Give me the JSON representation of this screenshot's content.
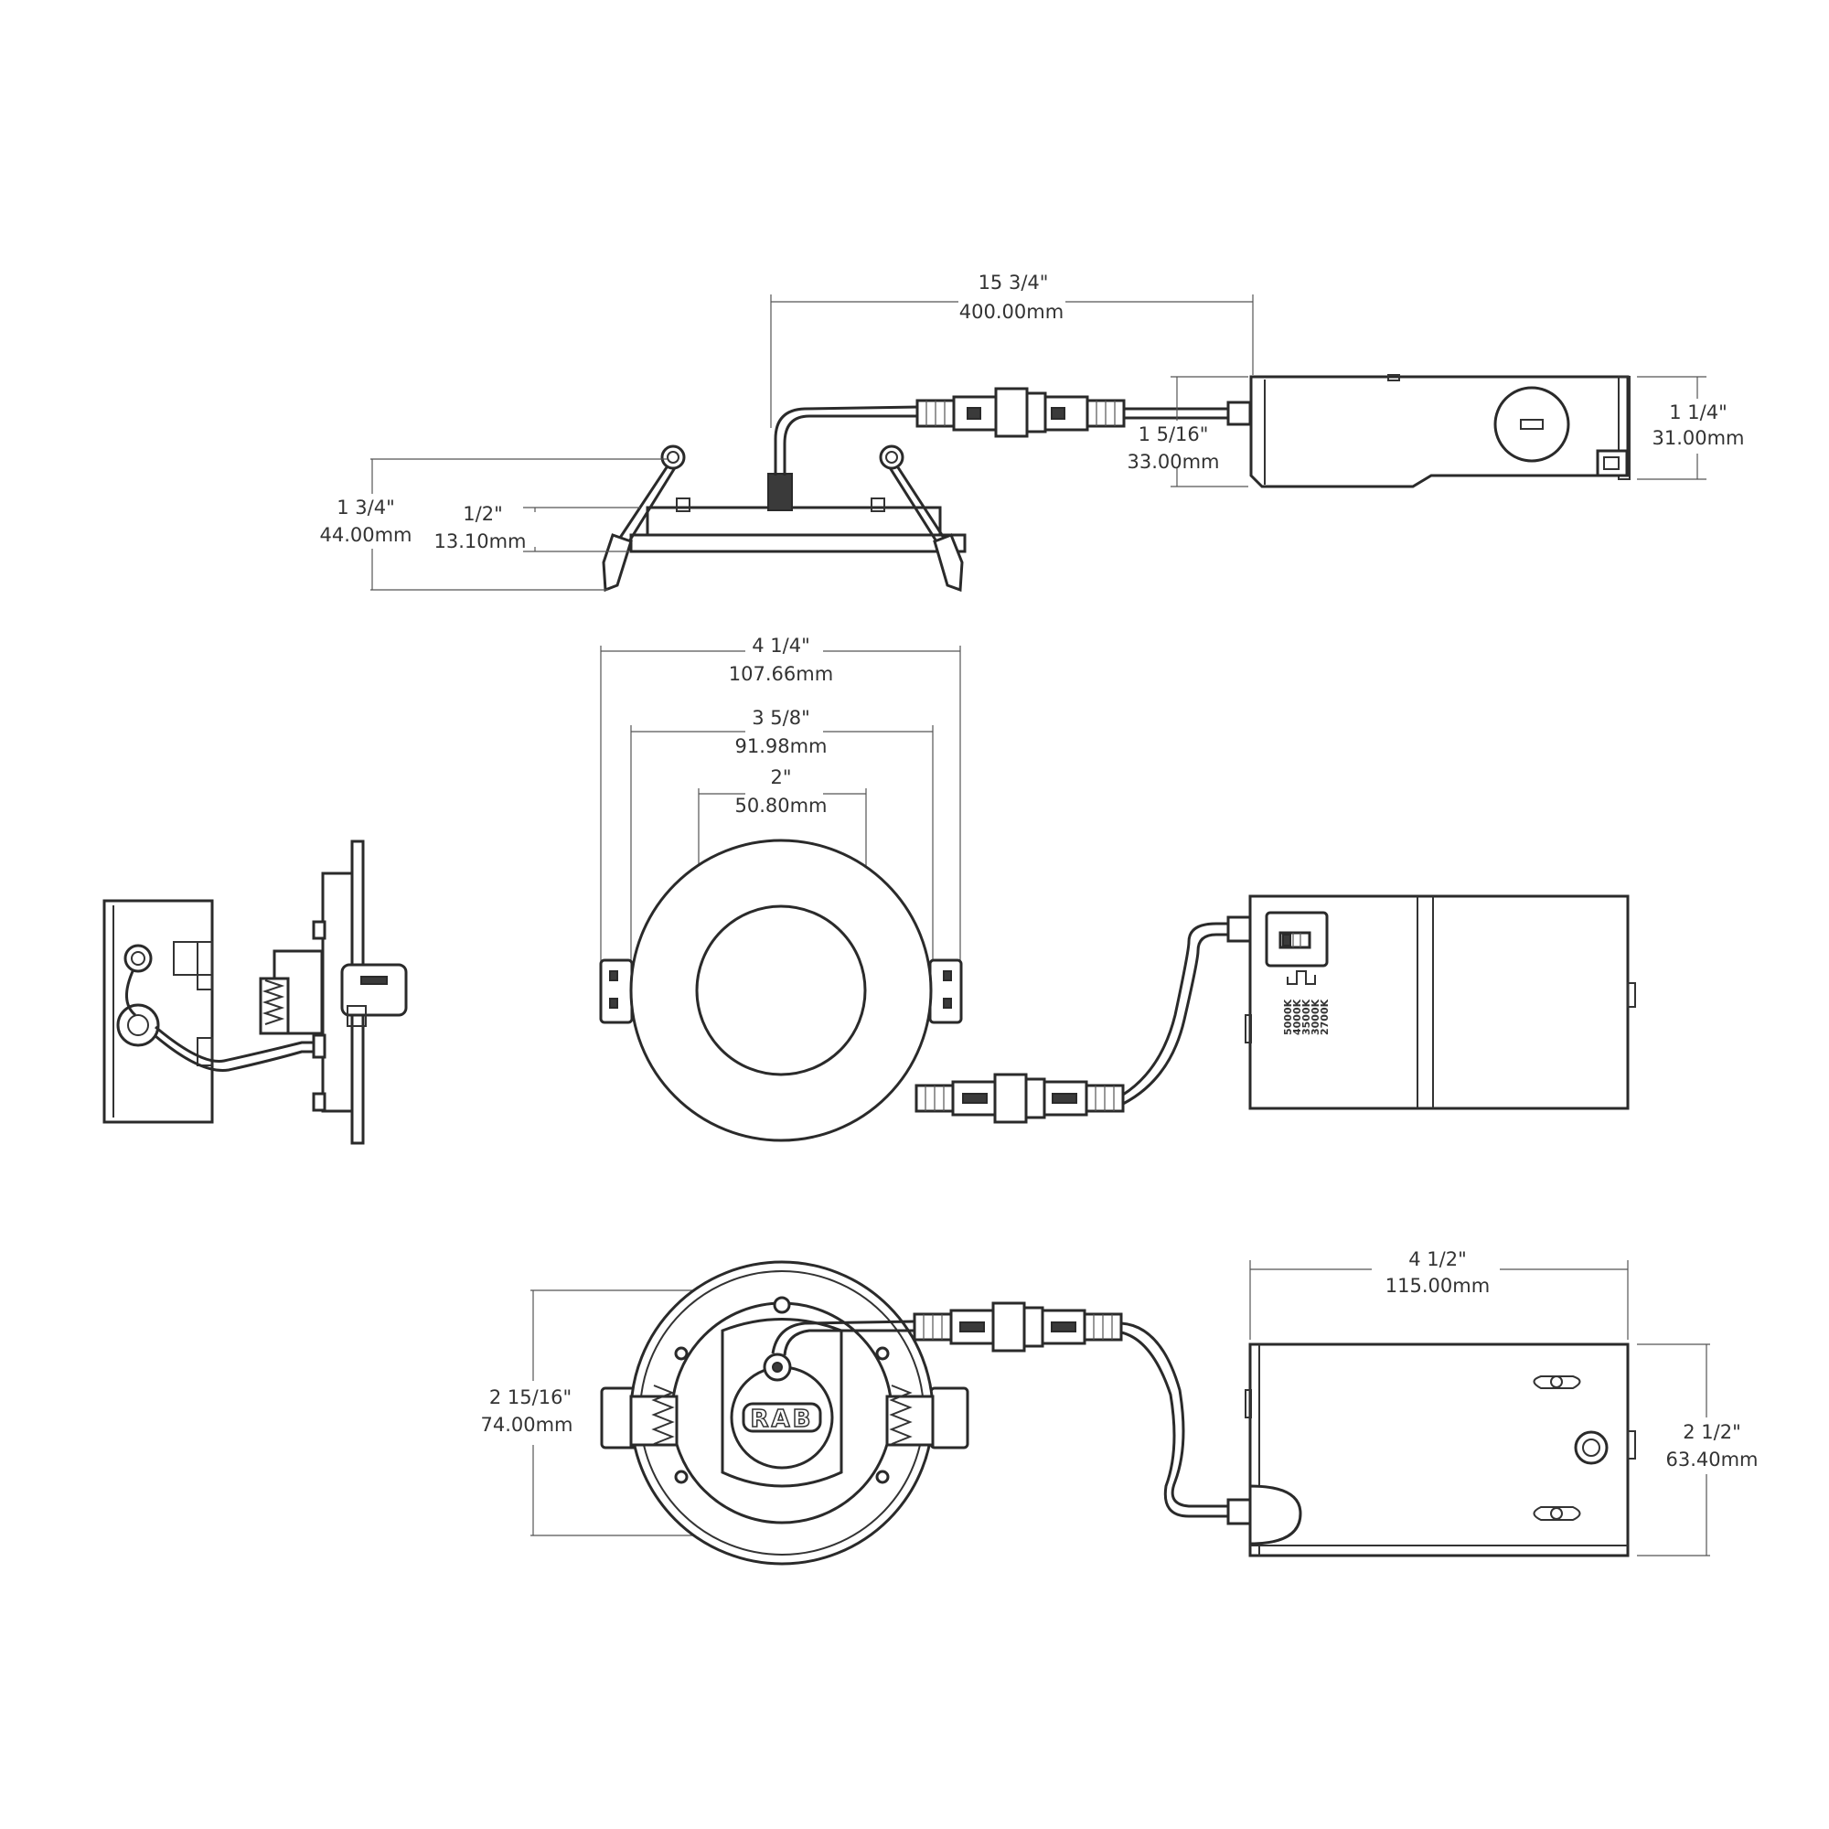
{
  "dimensions": {
    "overall_length": {
      "inch": "15 3/4\"",
      "mm": "400.00mm"
    },
    "fixture_height": {
      "inch": "1 3/4\"",
      "mm": "44.00mm"
    },
    "trim_height": {
      "inch": "1/2\"",
      "mm": "13.10mm"
    },
    "cord_height": {
      "inch": "1 5/16\"",
      "mm": "33.00mm"
    },
    "box_height": {
      "inch": "1 1/4\"",
      "mm": "31.00mm"
    },
    "trim_diameter": {
      "inch": "4 1/4\"",
      "mm": "107.66mm"
    },
    "cutout_diameter": {
      "inch": "3 5/8\"",
      "mm": "91.98mm"
    },
    "aperture_diameter": {
      "inch": "2\"",
      "mm": "50.80mm"
    },
    "box_length": {
      "inch": "4 1/2\"",
      "mm": "115.00mm"
    },
    "back_depth": {
      "inch": "2 15/16\"",
      "mm": "74.00mm"
    },
    "box_width": {
      "inch": "2 1/2\"",
      "mm": "63.40mm"
    }
  },
  "cct_labels": [
    "5000K",
    "4000K",
    "3500K",
    "3000K",
    "2700K"
  ],
  "logo": "RAB"
}
